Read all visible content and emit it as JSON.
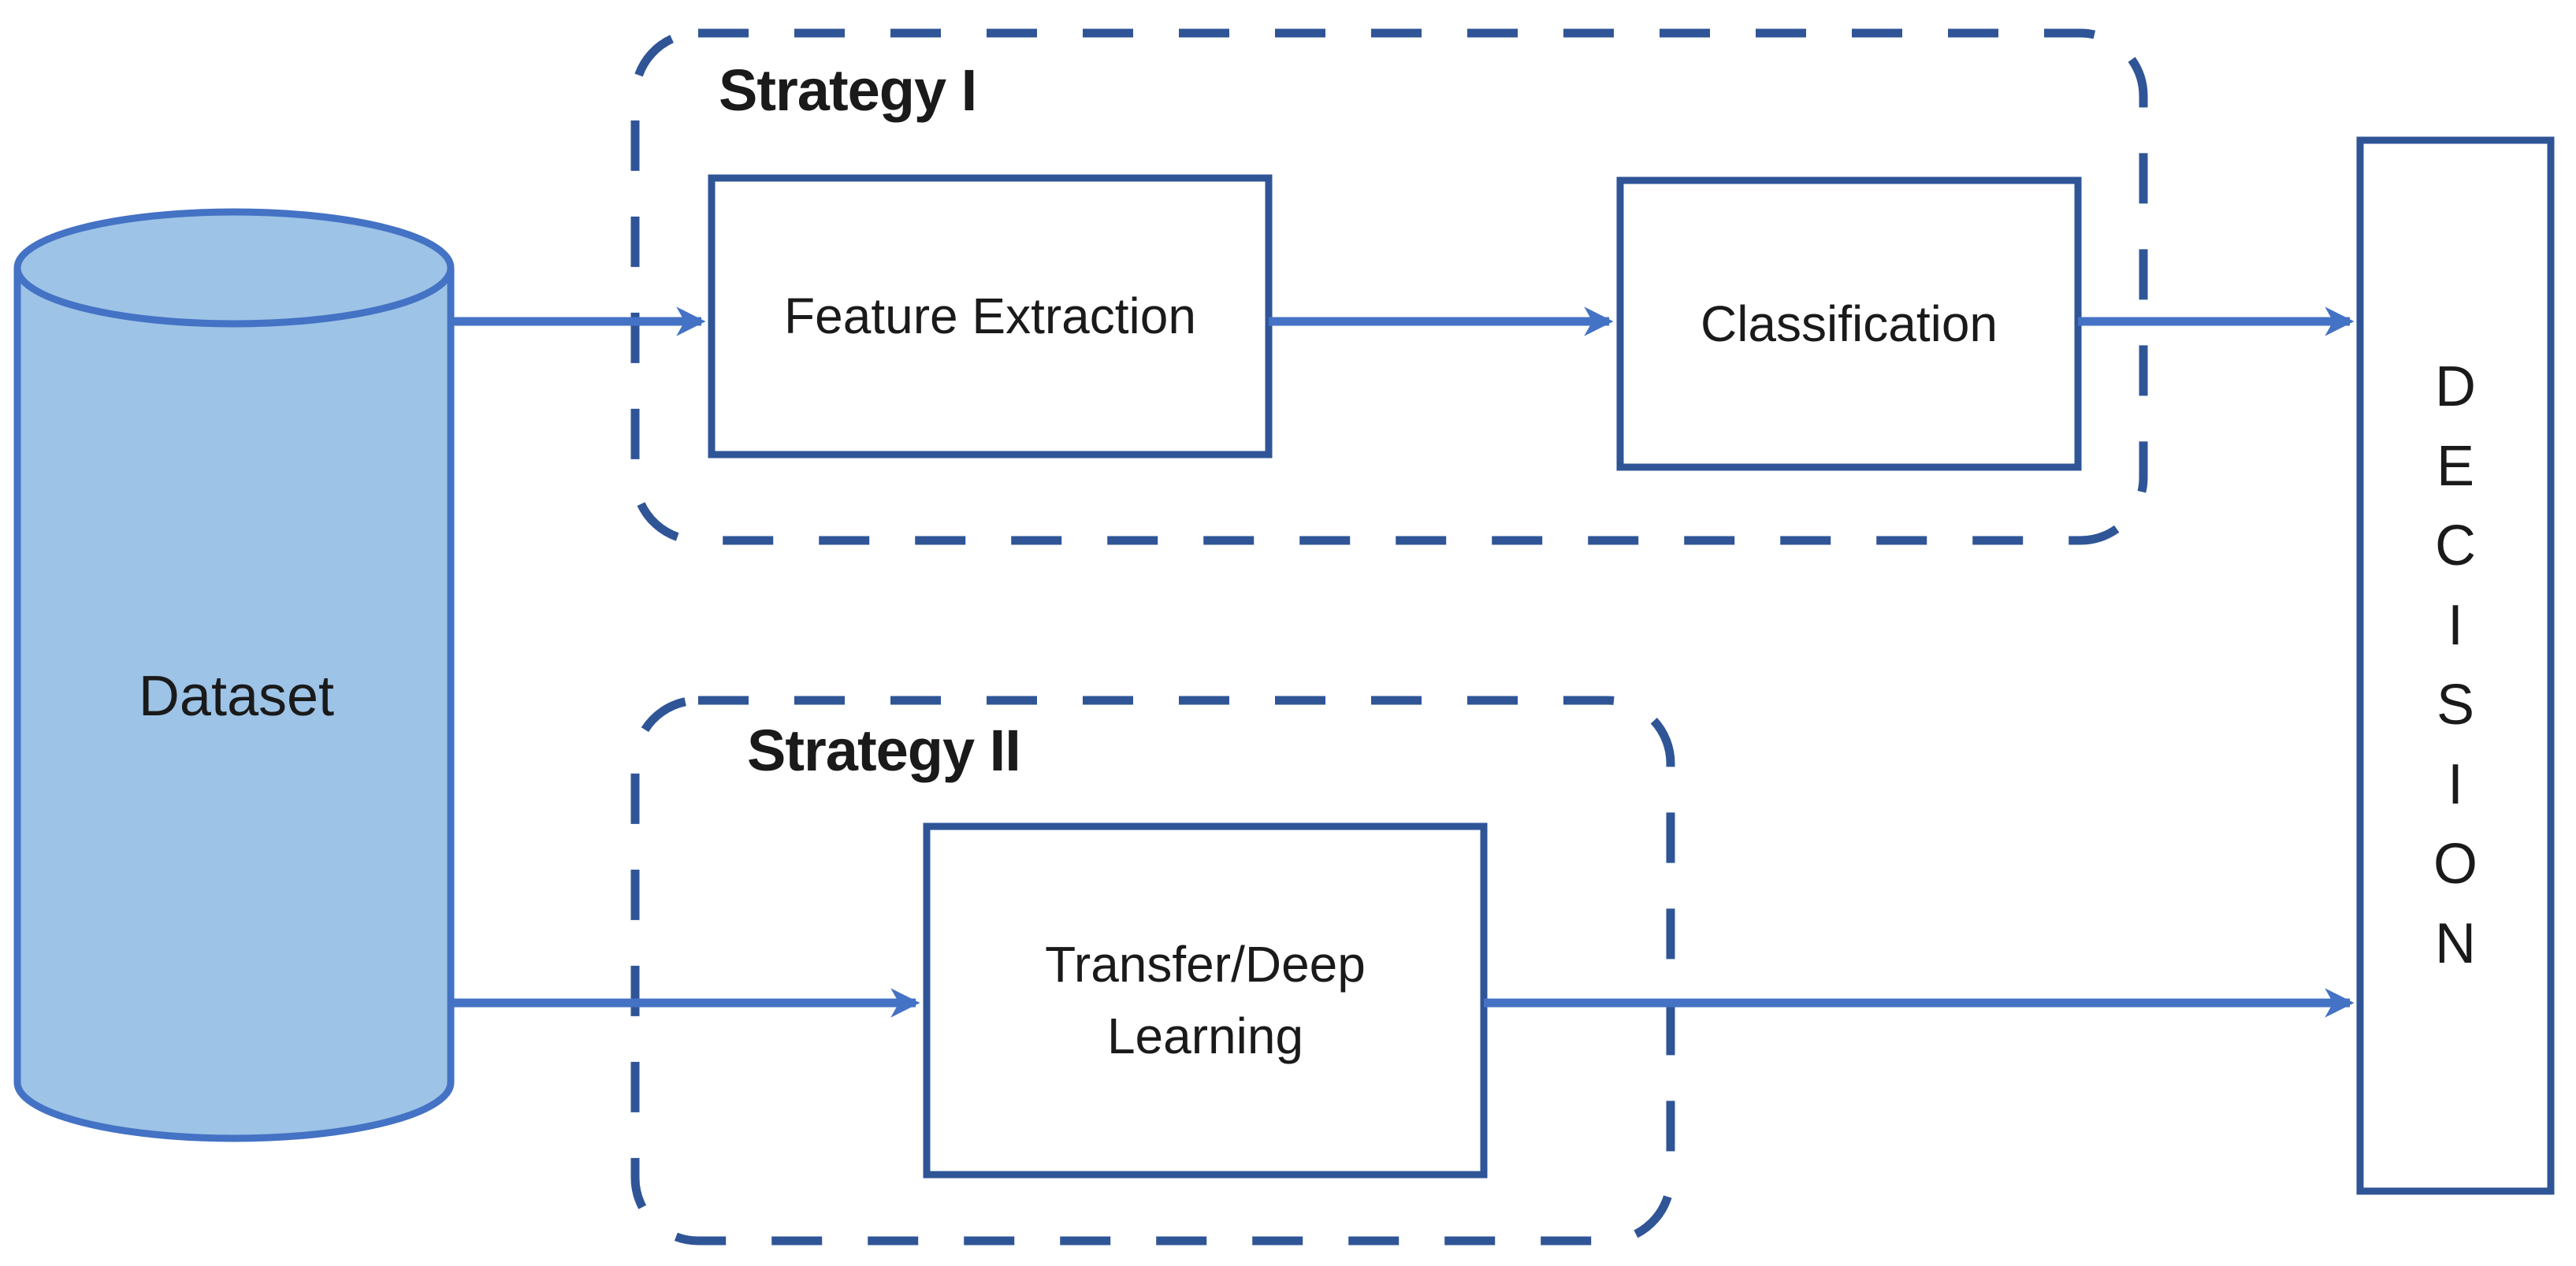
{
  "figure": {
    "dataset": {
      "label": "Dataset"
    },
    "strategy_1": {
      "title": "Strategy I",
      "steps": [
        {
          "label": "Feature Extraction"
        },
        {
          "label": "Classification"
        }
      ]
    },
    "strategy_2": {
      "title": "Strategy II",
      "steps": [
        {
          "label": "Transfer/Deep Learning"
        }
      ]
    },
    "decision": {
      "label": "DECISION"
    },
    "colors": {
      "arrow": "#4472C4",
      "border": "#2F5597",
      "cylinder_fill": "#9DC3E6",
      "cylinder_stroke": "#4472C4",
      "label_text": "#1A1A1A"
    }
  }
}
